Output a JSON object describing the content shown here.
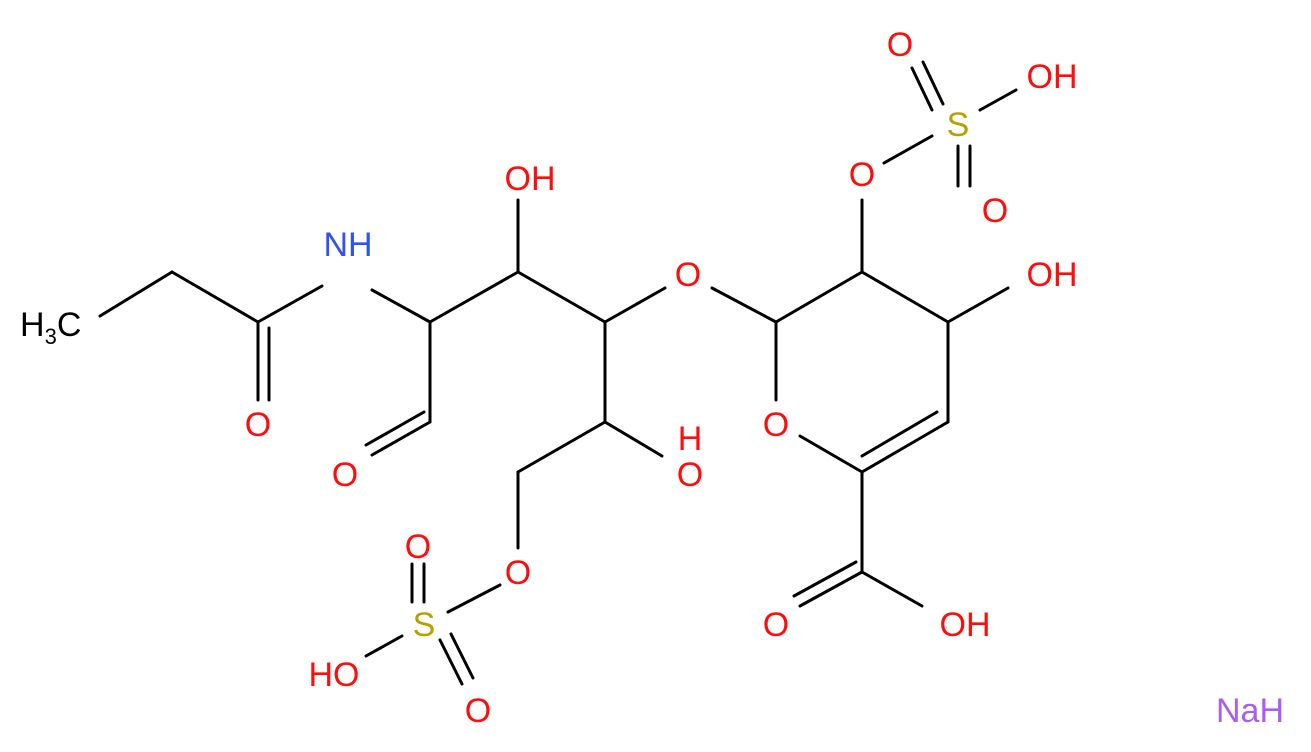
{
  "labels": {
    "ch3": "H3C",
    "nh": "NH",
    "o_amide": "O",
    "o_aldehyde": "O",
    "oh_c3": "OH",
    "oh_c5": "OH",
    "o_glycosidic": "O",
    "o_sulfate_left": "O",
    "s_left": "S",
    "o_s_left_top": "O",
    "o_s_left_bottom": "O",
    "oh_s_left": "HO",
    "o_sulfate_right": "O",
    "s_right": "S",
    "o_s_right_top": "O",
    "o_s_right_bottom": "O",
    "oh_s_right": "OH",
    "oh_ring": "OH",
    "o_ring": "O",
    "o_acid": "O",
    "oh_acid": "OH",
    "counterion": "NaH"
  },
  "colors": {
    "bond": "#000000",
    "oxygen": "#ff0d0d",
    "nitrogen": "#3050f8",
    "sulfur": "#b8a000",
    "sodium": "#ab5cf2",
    "carbon": "#000000"
  }
}
